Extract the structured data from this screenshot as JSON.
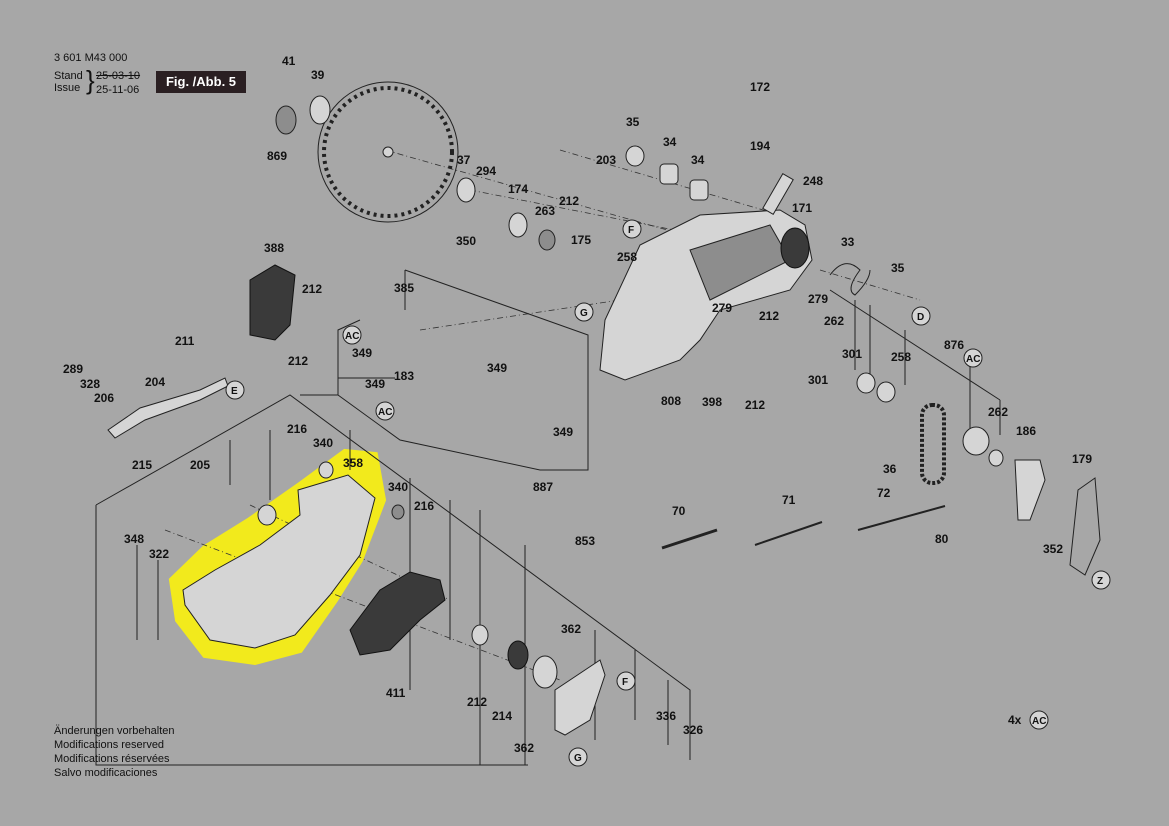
{
  "header": {
    "doc_number": "3 601 M43 000",
    "stand_label": "Stand",
    "issue_label": "Issue",
    "stand_date": "25-03-10",
    "issue_date": "25-11-06",
    "figure_label": "Fig. /Abb. 5"
  },
  "notes": [
    "Änderungen vorbehalten",
    "Modifications reserved",
    "Modifications réservées",
    "Salvo modificaciones"
  ],
  "footer_ref": {
    "count": "4x",
    "code": "AC"
  },
  "highlight_color": "#f2ea1c",
  "part_numbers": [
    "41",
    "39",
    "869",
    "172",
    "35",
    "34",
    "34",
    "194",
    "37",
    "294",
    "203",
    "248",
    "174",
    "212",
    "171",
    "263",
    "350",
    "175",
    "258",
    "33",
    "35",
    "279",
    "279",
    "212",
    "388",
    "212",
    "212",
    "385",
    "262",
    "301",
    "258",
    "876",
    "211",
    "289",
    "328",
    "204",
    "206",
    "215",
    "349",
    "183",
    "349",
    "349",
    "349",
    "808",
    "398",
    "212",
    "301",
    "262",
    "186",
    "179",
    "216",
    "340",
    "358",
    "205",
    "340",
    "216",
    "887",
    "36",
    "70",
    "71",
    "72",
    "80",
    "352",
    "348",
    "322",
    "853",
    "362",
    "411",
    "212",
    "214",
    "362",
    "336",
    "326"
  ],
  "callouts": [
    "F",
    "G",
    "E",
    "D",
    "AC",
    "AC",
    "AC",
    "F",
    "G",
    "Z"
  ]
}
